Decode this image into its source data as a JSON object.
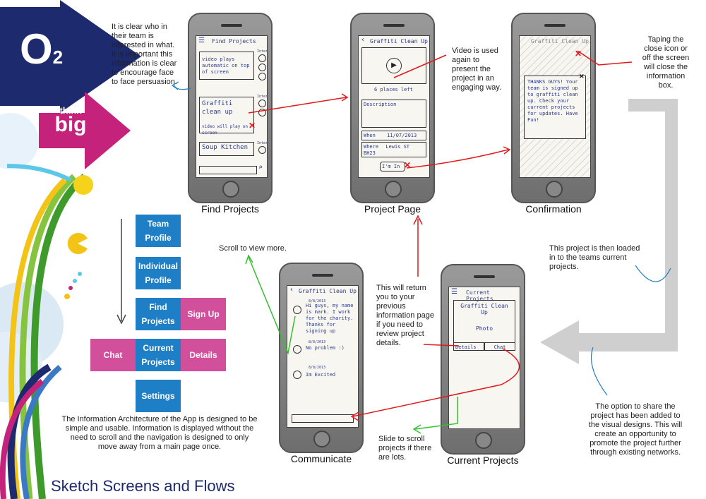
{
  "branding": {
    "logo_text": "O",
    "logo_sub": "2",
    "tagline_top": "think",
    "tagline_bottom": "big"
  },
  "screens": {
    "find_projects": {
      "caption": "Find Projects",
      "header": "Find Projects",
      "side_label_1": "Interests",
      "side_label_2": "Interests",
      "side_label_3": "Interests",
      "card1": "video plays automatic on top of screen",
      "card2_title": "Graffiti clean up",
      "card2_sub": "video will play on screen",
      "card3": "Soup Kitchen"
    },
    "project_page": {
      "caption": "Project Page",
      "header": "Graffiti Clean Up",
      "places": "6 places left",
      "desc": "Description",
      "when_label": "When",
      "when_value": "11/07/2013",
      "where_label": "Where",
      "where_value": "Lewis ST BH23",
      "button": "I'm In"
    },
    "confirmation": {
      "caption": "Confirmation",
      "header": "Graffiti Clean Up",
      "message": "THANKS GUYS! Your team is signed up to graffiti clean up. Check your current projects for updates. Have Fun!"
    },
    "communicate": {
      "caption": "Communicate",
      "header": "Graffiti Clean Up",
      "msg1_date": "8/8/2013",
      "msg1": "Hi guys, my name is mark. I work for the charity. Thanks for signing up",
      "msg2_date": "8/8/2013",
      "msg2": "No problem :)",
      "msg3_date": "8/8/2013",
      "msg3": "Im Excited"
    },
    "current_projects": {
      "caption": "Current Projects",
      "header": "Current Projects",
      "card_title": "Graffiti Clean Up",
      "card_photo": "Photo",
      "btn_details": "Details",
      "btn_chat": "Chat"
    }
  },
  "notes": {
    "team_interest": "It is clear who in their team is interested in what. It is important this information is clear to encourage face to face persuasion.",
    "video": "Video is used again to present the project in an engaging way.",
    "close": "Taping the close icon or off the screen will close the information box.",
    "loaded": "This project is then loaded in to the teams current projects.",
    "share": "The option to share the project has been added to the visual designs. This will create an opportunity to promote the project further through existing networks.",
    "scroll": "Scroll to view more.",
    "return": "This will return you to your previous information page if you need to review project details.",
    "slide": "Slide to scroll projects if there are lots.",
    "ia": "The Information Architecture of the App is designed to be simple and usable. Information is displayed without the need to scroll and the navigation is designed to only move away from a main page once."
  },
  "ia": {
    "team_profile": "Team Profile",
    "individual_profile": "Individual Profile",
    "find_projects": "Find Projects",
    "sign_up": "Sign Up",
    "chat": "Chat",
    "current_projects": "Current Projects",
    "details": "Details",
    "settings": "Settings"
  },
  "title": "Sketch Screens and Flows",
  "colors": {
    "blue": "#1f7fc6",
    "pink": "#d24f9b",
    "navy": "#1d2a6e",
    "red": "#e0191d",
    "green": "#35c12e",
    "arrow_grey": "#cfcfcf"
  }
}
